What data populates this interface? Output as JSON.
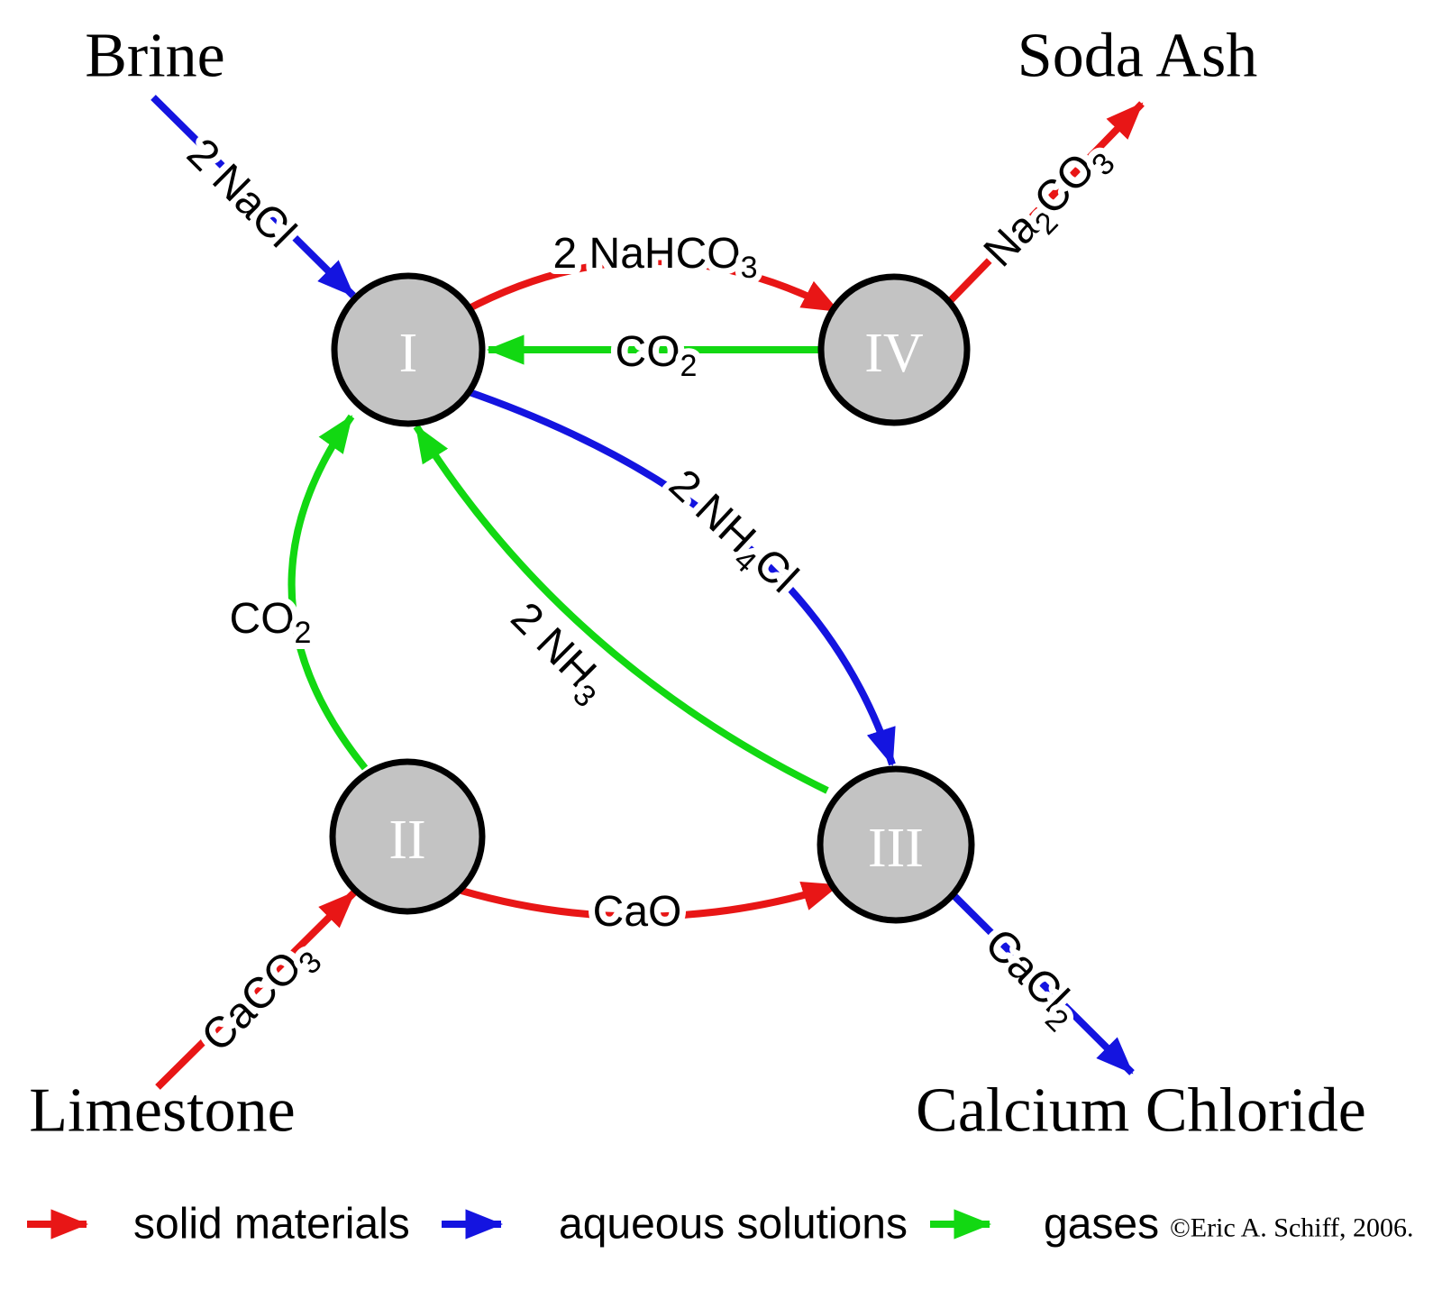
{
  "title": "Solvay process material flow diagram",
  "colors": {
    "solid": "#E81616",
    "aqueous": "#1414E0",
    "gas": "#12D812",
    "node_fill": "#C3C3C3",
    "node_stroke": "#000000"
  },
  "corners": {
    "brine": "Brine",
    "soda_ash": "Soda Ash",
    "limestone": "Limestone",
    "calcium_chloride": "Calcium Chloride"
  },
  "nodes": {
    "i": "I",
    "ii": "II",
    "iii": "III",
    "iv": "IV"
  },
  "edges": {
    "nacl": {
      "label": "2 NaCl"
    },
    "nahco3": {
      "p1": "2 NaHCO",
      "s1": "3"
    },
    "co2_iv": {
      "p1": "CO",
      "s1": "2"
    },
    "nh4cl": {
      "p1": "2 NH",
      "s1": "4",
      "p2": "Cl"
    },
    "nh3": {
      "p1": "2 NH",
      "s1": "3"
    },
    "co2_ii": {
      "p1": "CO",
      "s1": "2"
    },
    "cao": {
      "label": "CaO"
    },
    "caco3": {
      "p1": "CaCO",
      "s1": "3"
    },
    "na2co3": {
      "p1": "Na",
      "s1": "2",
      "p2": "CO",
      "s2": "3"
    },
    "cacl2": {
      "p1": "CaCl",
      "s1": "2"
    }
  },
  "legend": {
    "solid": "solid materials",
    "aqueous": "aqueous solutions",
    "gases": "gases",
    "copyright": "©Eric A. Schiff, 2006."
  }
}
